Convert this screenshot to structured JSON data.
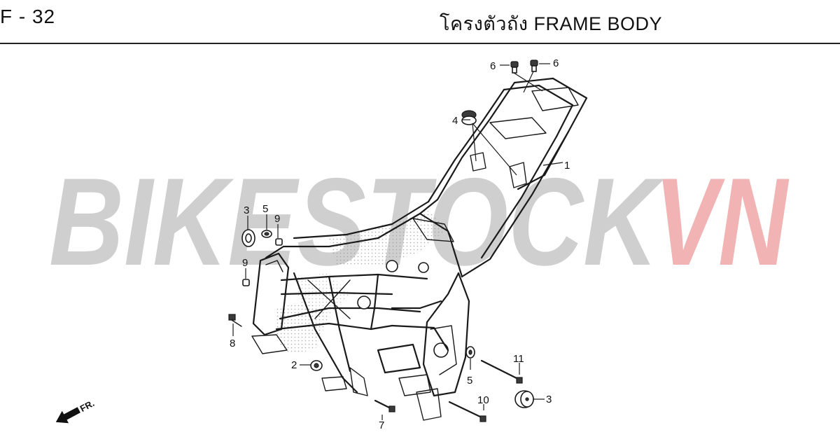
{
  "header": {
    "page_code": "F - 32",
    "title": "โครงตัวถัง  FRAME BODY"
  },
  "watermark": {
    "text_primary": "BIKESTOCK",
    "text_accent": "VN",
    "color_primary": "#cfcfcf",
    "color_accent": "#f1b3b3"
  },
  "direction_marker": {
    "label": "FR.",
    "icon": "front-direction-arrow-icon"
  },
  "callouts": [
    {
      "id": "c-6a",
      "label": "6"
    },
    {
      "id": "c-6b",
      "label": "6"
    },
    {
      "id": "c-4",
      "label": "4"
    },
    {
      "id": "c-1",
      "label": "1"
    },
    {
      "id": "c-3a",
      "label": "3"
    },
    {
      "id": "c-5a",
      "label": "5"
    },
    {
      "id": "c-9a",
      "label": "9"
    },
    {
      "id": "c-9b",
      "label": "9"
    },
    {
      "id": "c-8",
      "label": "8"
    },
    {
      "id": "c-2",
      "label": "2"
    },
    {
      "id": "c-7",
      "label": "7"
    },
    {
      "id": "c-10",
      "label": "10"
    },
    {
      "id": "c-11",
      "label": "11"
    },
    {
      "id": "c-5b",
      "label": "5"
    },
    {
      "id": "c-3b",
      "label": "3"
    }
  ]
}
